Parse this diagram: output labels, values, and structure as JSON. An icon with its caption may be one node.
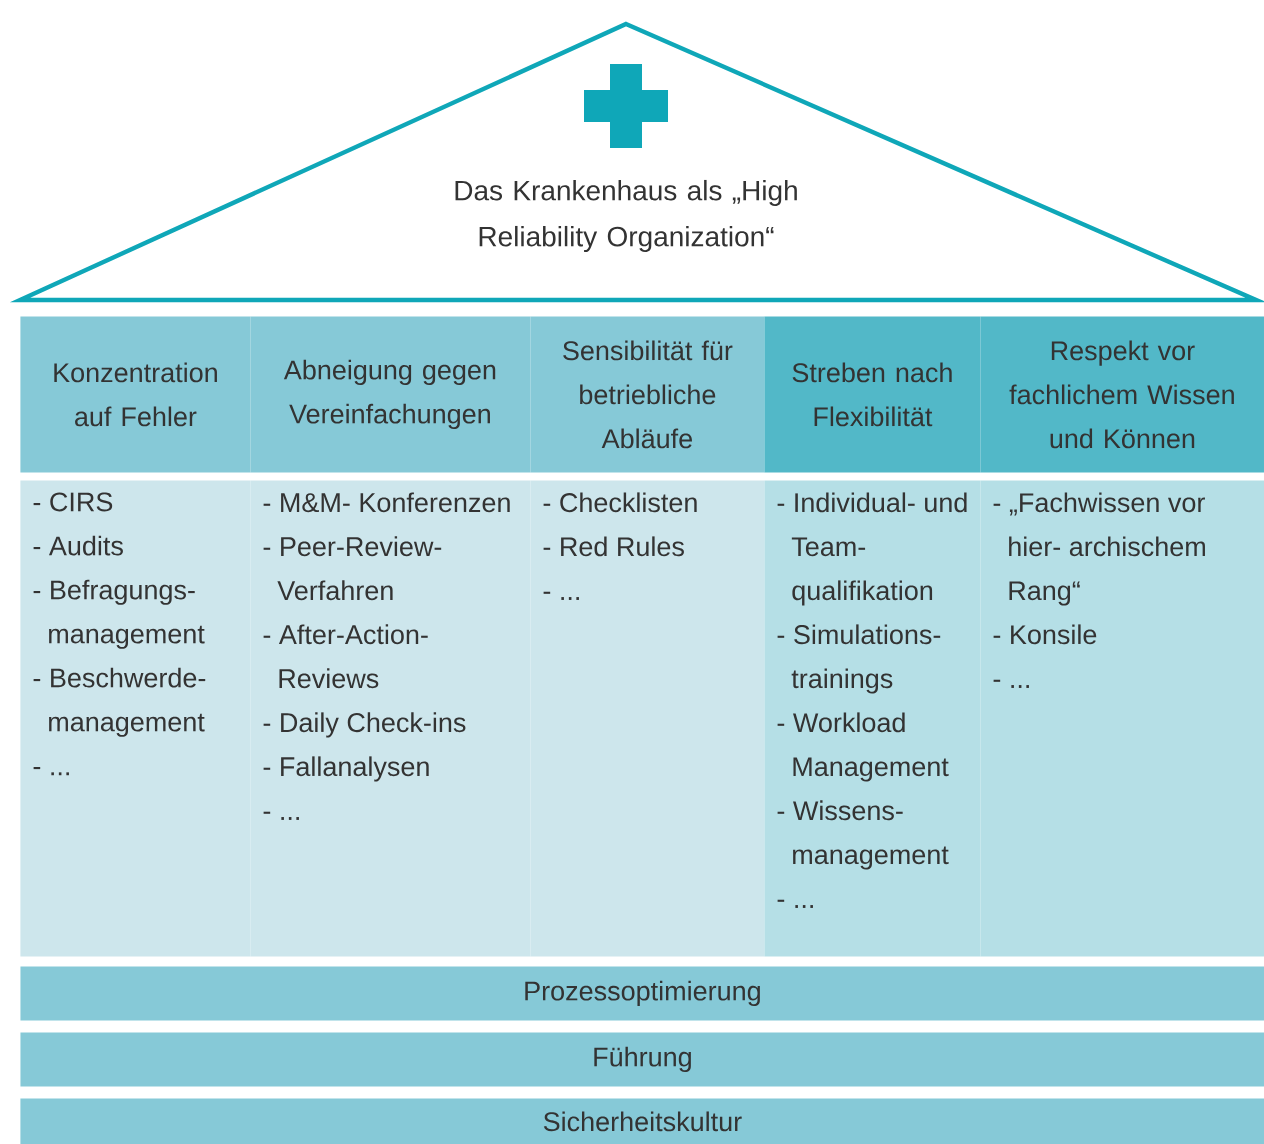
{
  "diagram": {
    "nodes": [
      {
        "text": [
          "Das Krankenhaus als „High Reliability Organization“"
        ]
      },
      {
        "text": [
          "Konzentration auf Fehler"
        ]
      },
      {
        "text": [
          "Abneigung gegen Vereinfachungen"
        ]
      },
      {
        "text": [
          "Sensibilität für betriebliche Abläufe"
        ]
      },
      {
        "text": [
          "Streben nach Flexibilität"
        ]
      },
      {
        "text": [
          "Respekt vor fachlichem Wissen und Können"
        ]
      },
      {
        "text": [
          "- CIRS",
          "- Audits",
          "- Befragungs- management",
          "- Beschwerde- management",
          "- ..."
        ]
      },
      {
        "text": [
          "- M&M- Konferenzen",
          "- Peer-Review- Verfahren",
          "- After-Action- Reviews",
          "- Daily Check-ins",
          "- Fallanalysen",
          "- ..."
        ]
      },
      {
        "text": [
          "- Checklisten",
          "- Red Rules",
          "- ..."
        ]
      },
      {
        "text": [
          "- Individual- und Team- qualifikation",
          "- Simulations- trainings",
          "- Workload Management",
          "- Wissens- management",
          "- ..."
        ]
      },
      {
        "text": [
          "- „Fachwissen vor hier- archischem Rang“",
          "- Konsile",
          "- ..."
        ]
      },
      {
        "text": [
          "Prozessoptimierung"
        ]
      },
      {
        "text": [
          "Führung"
        ]
      },
      {
        "text": [
          "Sicherheitskultur"
        ]
      }
    ]
  }
}
